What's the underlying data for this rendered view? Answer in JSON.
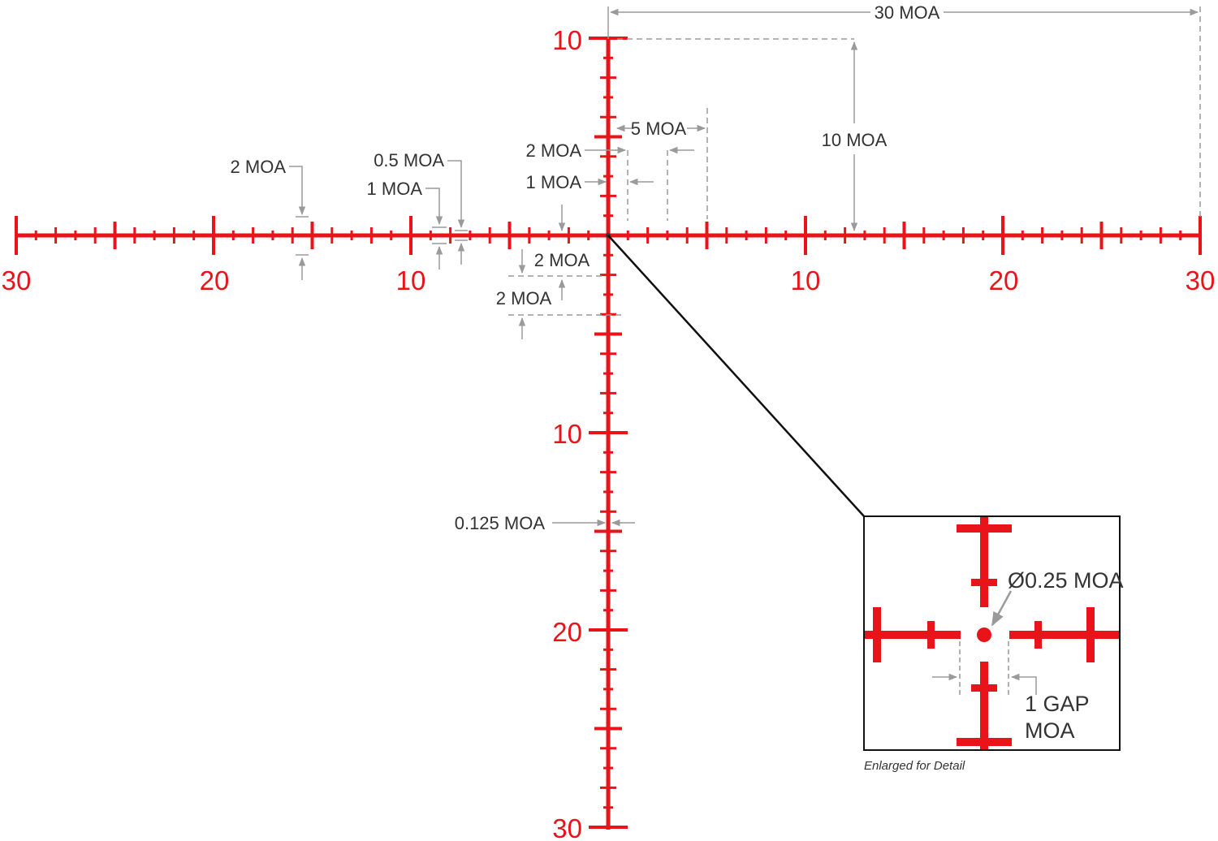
{
  "colors": {
    "reticle": "#e8141a",
    "dimension": "#9a9a9a",
    "text": "#333333"
  },
  "horizontal_labels": [
    "30",
    "20",
    "10",
    "10",
    "20",
    "30"
  ],
  "vertical_labels": [
    "10",
    "10",
    "20",
    "30"
  ],
  "dimensions": {
    "top_span": "30 MOA",
    "upper_span": "10 MOA",
    "five": "5 MOA",
    "two_upper": "2 MOA",
    "one_upper": "1 MOA",
    "two_left": "2 MOA",
    "half_left": "0.5 MOA",
    "one_left": "1 MOA",
    "two_lower_a": "2 MOA",
    "two_lower_b": "2 MOA",
    "line_width": "0.125 MOA"
  },
  "inset": {
    "dot": "Ø0.25 MOA",
    "gap_line1": "1 GAP",
    "gap_line2": "MOA",
    "caption": "Enlarged for Detail"
  }
}
